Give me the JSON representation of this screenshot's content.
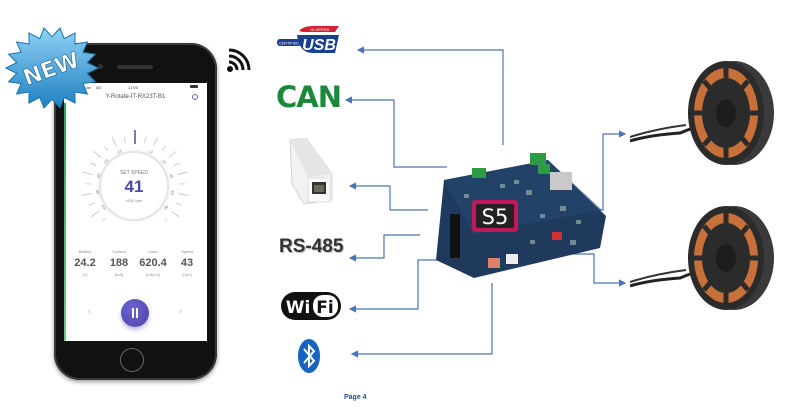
{
  "badge": {
    "text": "NEW"
  },
  "phone": {
    "status": {
      "carrier": "congstar.de",
      "network": "4G",
      "time": "17:00"
    },
    "device_title": "Y-Rotate-IT-RX23T-B1",
    "gauge": {
      "label": "SET SPEED",
      "value": "41",
      "unit": "x100 rpm",
      "ticks": [
        "-12",
        "-24",
        "-36",
        "-48",
        "-60",
        "12",
        "24",
        "36",
        "48",
        "60"
      ]
    },
    "stats": [
      {
        "label": "Battery",
        "value": "24.2",
        "unit": "[V]"
      },
      {
        "label": "Current",
        "value": "188",
        "unit": "[mA]"
      },
      {
        "label": "Load",
        "value": "620.4",
        "unit": "[mNcm]"
      },
      {
        "label": "Speed",
        "value": "43",
        "unit": "[rpm]"
      }
    ],
    "prev": "‹",
    "next": "›"
  },
  "interfaces": {
    "usb": {
      "text": "USB",
      "sub": "HI-SPEED",
      "left": "CERTIFIED",
      "color": "#1b3f8f",
      "accent": "#d2202f"
    },
    "can": {
      "text": "CAN",
      "color": "#1a8a3a"
    },
    "ethernet": {
      "name": "ethernet-adapter"
    },
    "rs485": {
      "text": "RS-485"
    },
    "wifi": {
      "text_left": "Wi",
      "text_right": "Fi"
    },
    "bluetooth": {
      "color": "#1565c0"
    }
  },
  "board": {
    "label": "S5",
    "accent": "#c2185b"
  },
  "arrow_color": "#4a74b5",
  "footer": {
    "page": "Page 4"
  }
}
